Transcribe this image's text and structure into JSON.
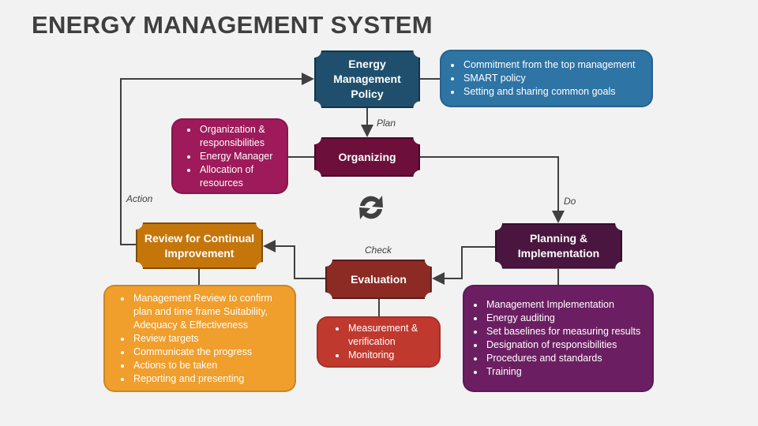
{
  "title": "ENERGY MANAGEMENT SYSTEM",
  "nodes": {
    "policy": "Energy Management Policy",
    "organizing": "Organizing",
    "planning": "Planning & Implementation",
    "evaluation": "Evaluation",
    "review": "Review for Continual Improvement"
  },
  "labels": {
    "plan": "Plan",
    "do": "Do",
    "check": "Check",
    "action": "Action"
  },
  "policy_points": [
    "Commitment from the top management",
    "SMART policy",
    "Setting and sharing common goals"
  ],
  "organizing_points": [
    "Organization & responsibilities",
    "Energy Manager",
    "Allocation of resources"
  ],
  "planning_points": [
    "Management Implementation",
    "Energy auditing",
    "Set baselines for measuring results",
    "Designation of responsibilities",
    "Procedures and standards",
    "Training"
  ],
  "evaluation_points": [
    "Measurement & verification",
    "Monitoring"
  ],
  "review_points": [
    "Management Review to confirm plan and time frame Suitability, Adequacy & Effectiveness",
    "Review targets",
    "Communicate the progress",
    "Actions to be taken",
    "Reporting and presenting"
  ],
  "colors": {
    "policy": "#1f4f6d",
    "policy_box": "#2e74a5",
    "organizing": "#6c0f3b",
    "organizing_box": "#9e1a5a",
    "planning": "#4a163f",
    "planning_box": "#6b1f62",
    "evaluation": "#8c2a24",
    "evaluation_box": "#c0392f",
    "review": "#c5760b",
    "review_box": "#f09e2c"
  }
}
